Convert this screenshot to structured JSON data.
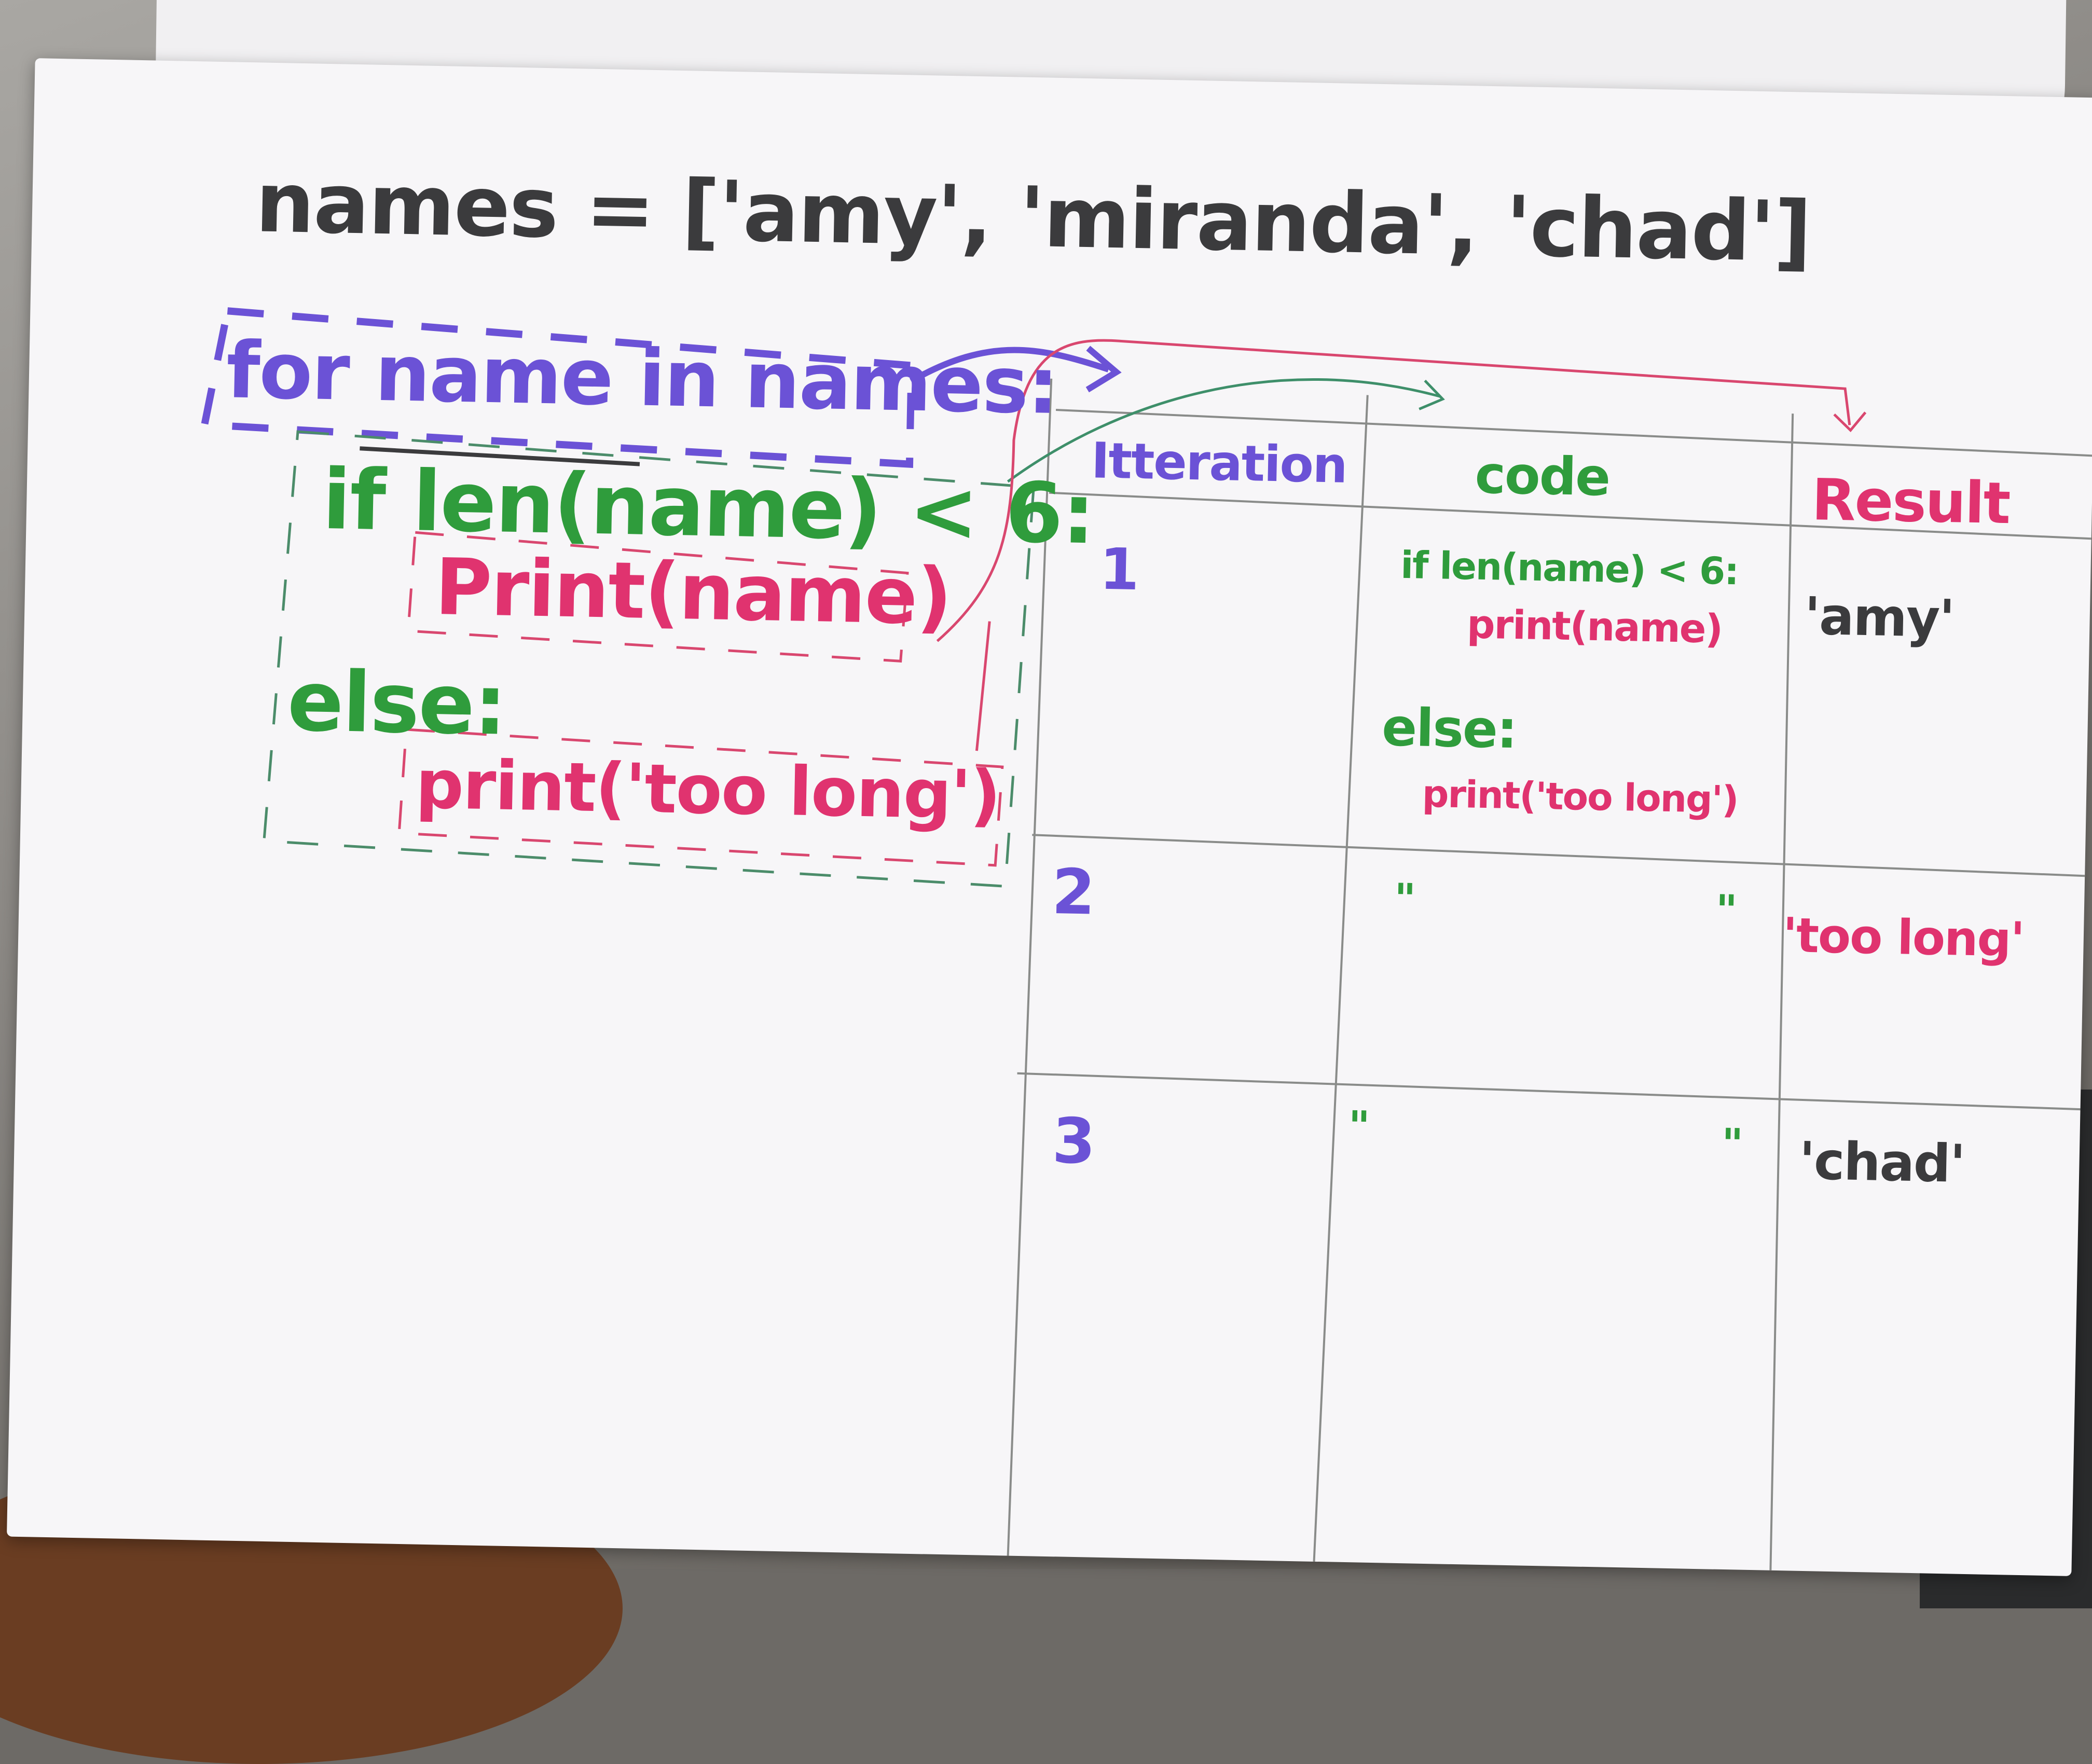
{
  "code": {
    "names_line": "names = ['amy', 'miranda', 'chad']",
    "for_line": "for name in names:",
    "if_line": "if len(name) < 6:",
    "print_name": "Print(name)",
    "else_line": "else:",
    "print_too_long": "print('too long')"
  },
  "table": {
    "headers": [
      "Itteration",
      "code",
      "Result"
    ],
    "rows": [
      {
        "iteration": "1",
        "code_if": "if len(name) < 6:",
        "code_print": "print(name)",
        "code_else": "else:",
        "code_else_print": "print('too long')",
        "result": "'amy'"
      },
      {
        "iteration": "2",
        "ditto_left": "\"",
        "ditto_right": "\"",
        "result": "'too long'"
      },
      {
        "iteration": "3",
        "ditto_left": "\"",
        "ditto_right": "\"",
        "result": "'chad'"
      }
    ]
  },
  "colors": {
    "black_marker": "#3b3b3d",
    "purple_marker": "#6b52d6",
    "green_marker": "#2f9c3c",
    "pink_marker": "#e0336f",
    "paper": "#f7f6f8"
  }
}
